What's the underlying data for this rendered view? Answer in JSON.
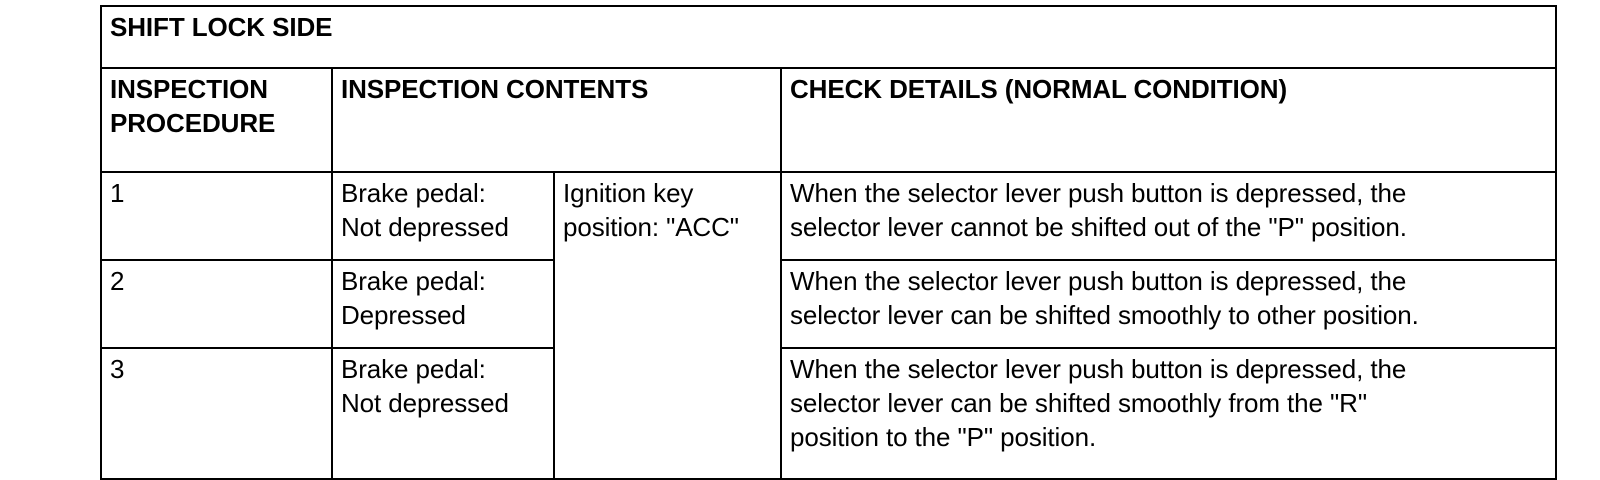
{
  "table": {
    "title": "SHIFT LOCK SIDE",
    "headers": {
      "procedure": "INSPECTION PROCEDURE",
      "procedure_line1": "INSPECTION",
      "procedure_line2": "PROCEDURE",
      "contents": "INSPECTION CONTENTS",
      "check_details": "CHECK DETAILS (NORMAL CONDITION)"
    },
    "merged_condition": {
      "line1": "Ignition key",
      "line2": "position: \"ACC\""
    },
    "rows": [
      {
        "number": "1",
        "condition_line1": "Brake pedal:",
        "condition_line2": "Not depressed",
        "check_line1": "When the selector lever push button is depressed, the",
        "check_line2": "selector lever cannot be shifted out of the \"P\" position.",
        "check_line3": ""
      },
      {
        "number": "2",
        "condition_line1": "Brake pedal:",
        "condition_line2": "Depressed",
        "check_line1": "When the selector lever push button is depressed, the",
        "check_line2": "selector lever can be shifted smoothly to other position.",
        "check_line3": ""
      },
      {
        "number": "3",
        "condition_line1": "Brake pedal:",
        "condition_line2": "Not depressed",
        "check_line1": "When the selector lever push button is depressed, the",
        "check_line2": "selector lever can be shifted smoothly from the \"R\"",
        "check_line3": "position to the \"P\" position."
      }
    ]
  },
  "colors": {
    "background": "#ffffff",
    "text": "#000000",
    "border": "#000000"
  }
}
